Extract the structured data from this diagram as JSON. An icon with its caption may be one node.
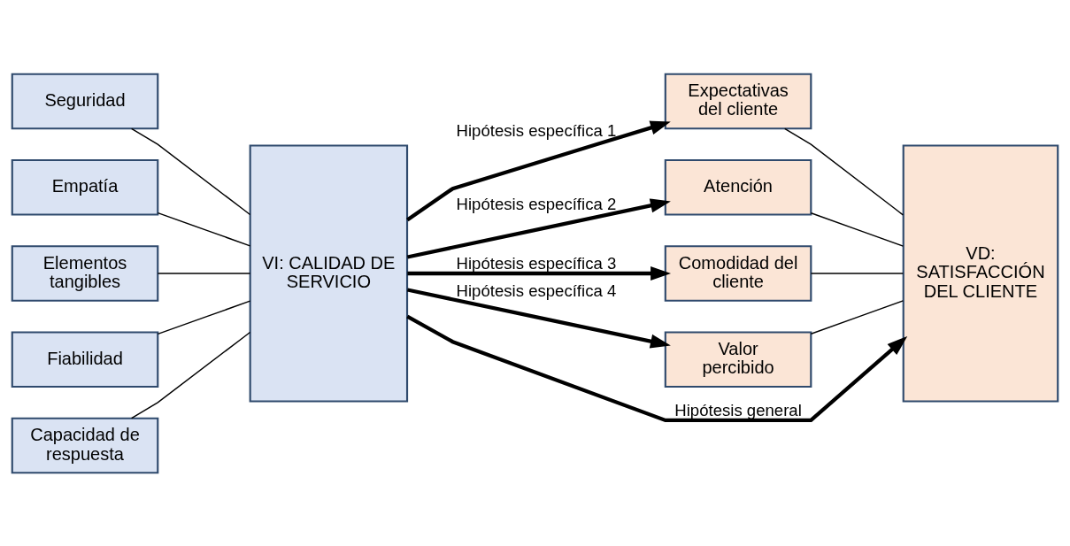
{
  "diagram": {
    "nodes": [
      {
        "text": [
          "Seguridad"
        ]
      },
      {
        "text": [
          "Empatía"
        ]
      },
      {
        "text": [
          "Elementos tangibles"
        ]
      },
      {
        "text": [
          "Fiabilidad"
        ]
      },
      {
        "text": [
          "Capacidad de respuesta"
        ]
      },
      {
        "text": [
          "VI: CALIDAD DE SERVICIO"
        ]
      },
      {
        "text": [
          "Expectativas del cliente"
        ]
      },
      {
        "text": [
          "Atención"
        ]
      },
      {
        "text": [
          "Comodidad del cliente"
        ]
      },
      {
        "text": [
          "Valor percibido"
        ]
      },
      {
        "text": [
          "VD: SATISFACCIÓN DEL CLIENTE"
        ]
      }
    ],
    "edges": [
      {
        "from": 0,
        "to": 5,
        "arrow": "none"
      },
      {
        "from": 1,
        "to": 5,
        "arrow": "none"
      },
      {
        "from": 2,
        "to": 5,
        "arrow": "none"
      },
      {
        "from": 3,
        "to": 5,
        "arrow": "none"
      },
      {
        "from": 4,
        "to": 5,
        "arrow": "none"
      },
      {
        "from": 5,
        "to": 10,
        "arrow": "to",
        "label": "Hipótesis general",
        "style": "thick"
      },
      {
        "from": 5,
        "to": 6,
        "arrow": "to",
        "label": "Hipótesis específica 1",
        "style": "thick"
      },
      {
        "from": 5,
        "to": 7,
        "arrow": "to",
        "label": "Hipótesis específica 2",
        "style": "thick"
      },
      {
        "from": 5,
        "to": 8,
        "arrow": "to",
        "label": "Hipótesis específica 3",
        "style": "thick"
      },
      {
        "from": 5,
        "to": 9,
        "arrow": "to",
        "label": "Hipótesis específica 4",
        "style": "thick"
      },
      {
        "from": 6,
        "to": 10,
        "arrow": "none"
      },
      {
        "from": 7,
        "to": 10,
        "arrow": "none"
      },
      {
        "from": 8,
        "to": 10,
        "arrow": "none"
      },
      {
        "from": 9,
        "to": 10,
        "arrow": "none"
      }
    ]
  }
}
